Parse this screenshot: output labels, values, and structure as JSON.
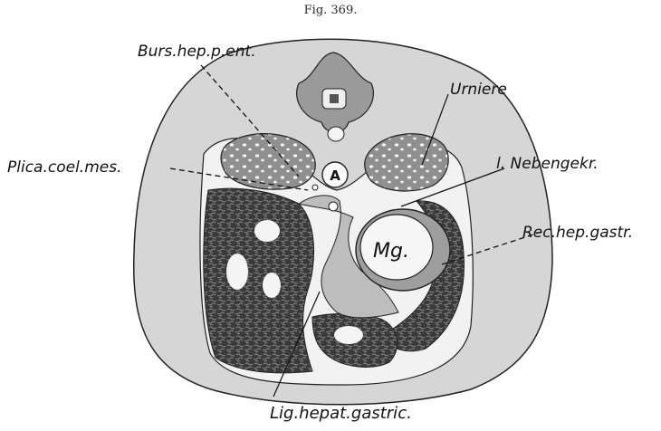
{
  "figure": {
    "title": "Fig. 369.",
    "letters": {
      "aorta": "A",
      "stomach": "Mg."
    },
    "labels": {
      "burs": "Burs.hep.p.ent.",
      "urniere": "Urniere",
      "plica": "Plica.coel.mes.",
      "nebengekr": "l. Nebengekr.",
      "rec": "Rec.hep.gastr.",
      "lig": "Lig.hepat.gastric."
    },
    "colors": {
      "body_fill": "#d6d6d6",
      "cavity_fill": "#f2f2f2",
      "liver_fill": "#4a4a4a",
      "ink": "#111111"
    }
  }
}
